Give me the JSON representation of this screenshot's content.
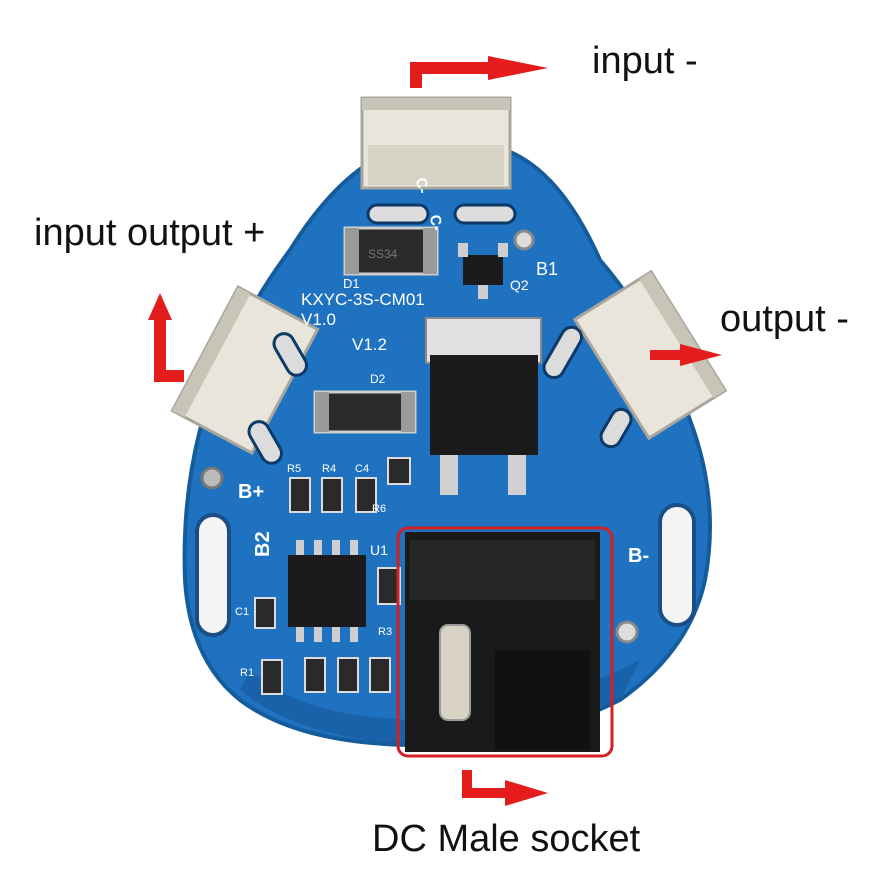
{
  "labels": {
    "input_minus": "input -",
    "input_output_plus": "input output +",
    "output_minus": "output -",
    "dc_socket": "DC Male socket"
  },
  "board": {
    "model": "KXYC-3S-CM01",
    "version_a": "V1.0",
    "version_b": "V1.2",
    "pads": {
      "c_minus": "C-",
      "b_plus": "B+",
      "b_minus": "B-",
      "b1": "B1",
      "b2": "B2"
    },
    "refs": {
      "d1": "D1",
      "d2": "D2",
      "q2": "Q2",
      "u1": "U1",
      "r1": "R1",
      "r3": "R3",
      "r4": "R4",
      "r5": "R5",
      "r6": "R6",
      "c1": "C1",
      "c4": "C4"
    }
  },
  "colors": {
    "pcb": "#1f72c0",
    "pcb_dark": "#16599a",
    "arrow": "#e41c1c",
    "highlight_box": "#d42020",
    "tab_metal": "#e6e2d6",
    "silkscreen": "#ffffff"
  }
}
